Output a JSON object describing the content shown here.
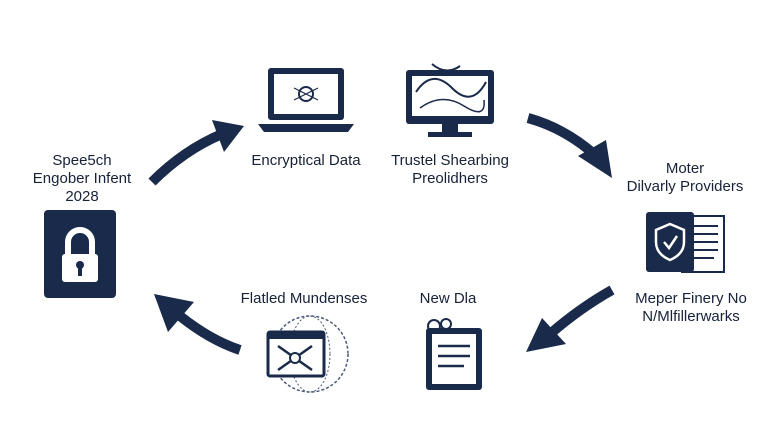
{
  "nodes": {
    "left": {
      "line1": "Spee5ch",
      "line2": "Engober Infent",
      "line3": "2028",
      "icon": "padlock-icon"
    },
    "top_left": {
      "label": "Encryptical Data",
      "icon": "laptop-icon"
    },
    "top_right": {
      "label_line1": "Trustel Shearbing",
      "label_line2": "Preolidhers",
      "icon": "monitor-icon"
    },
    "right": {
      "line1": "Moter",
      "line2": "Dilvarly Providers",
      "icon": "shield-document-icon"
    },
    "bottom_right": {
      "line1": "Meper Finery No",
      "line2": "N/Mlfillerwarks"
    },
    "bottom_mid": {
      "label": "New Dla",
      "icon": "document-icon"
    },
    "bottom_left": {
      "label": "Flatled Mundenses",
      "icon": "network-globe-icon"
    }
  },
  "colors": {
    "primary": "#1a2a4a",
    "background": "#ffffff"
  }
}
